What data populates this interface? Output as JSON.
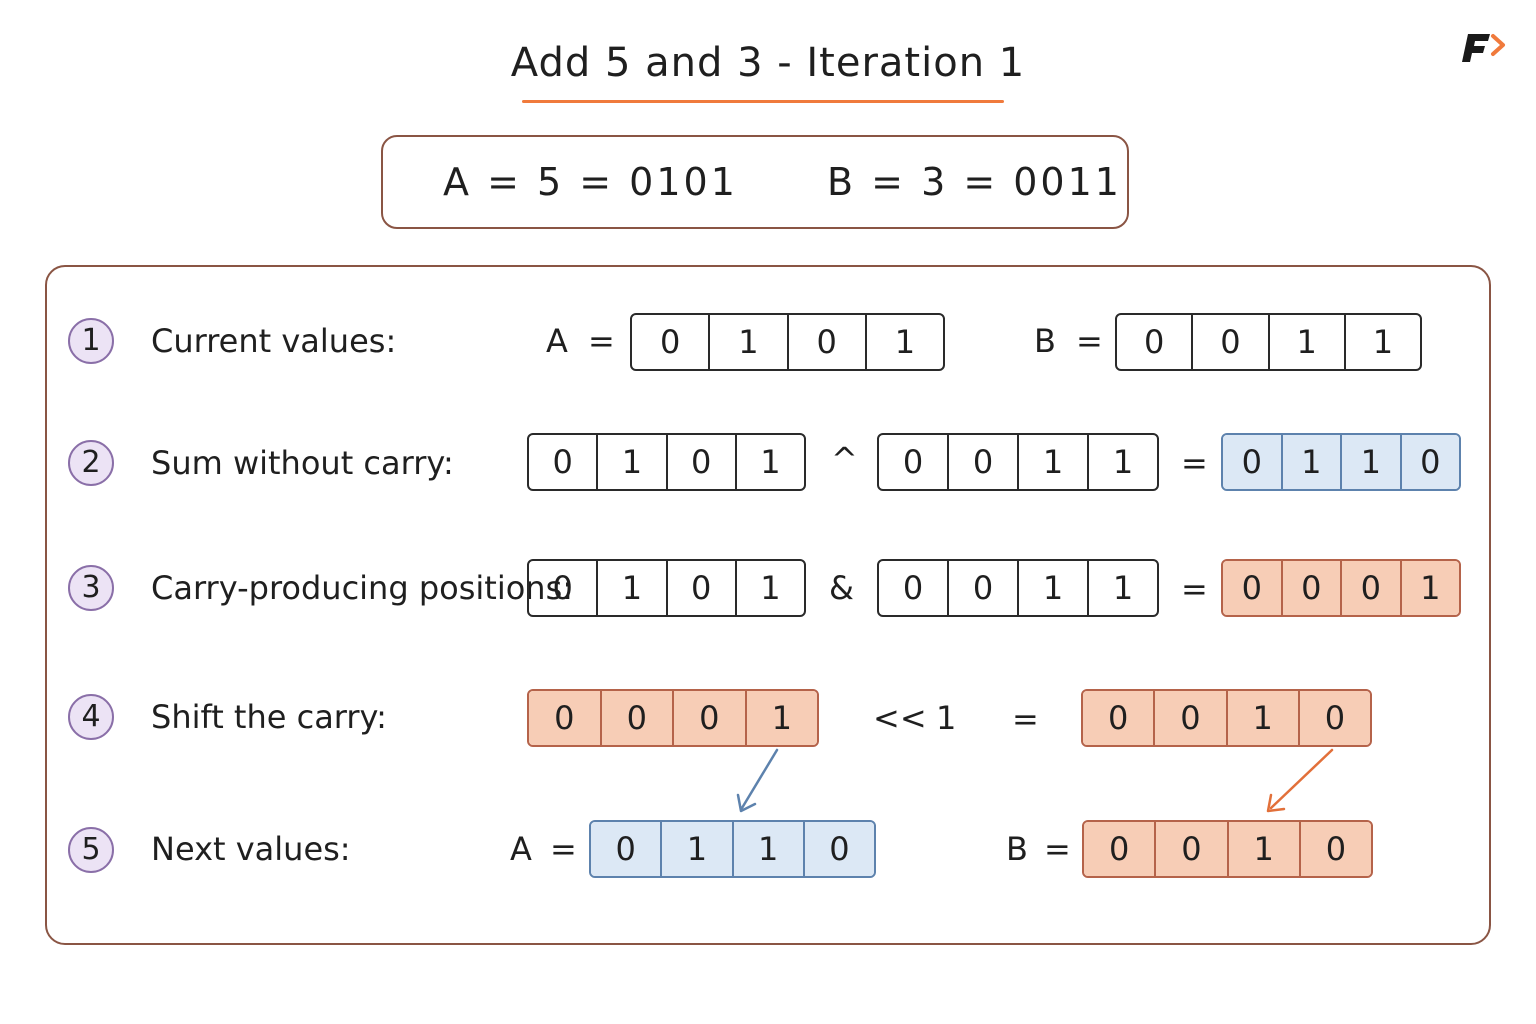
{
  "title": "Add 5 and 3 - Iteration 1",
  "colors": {
    "accent_underline": "#f07a3c",
    "border": "#8a5544",
    "step_circle_fill": "#ece3f5",
    "step_circle_stroke": "#8a6fa8",
    "blue_fill": "#dce8f5",
    "blue_stroke": "#5d82ad",
    "orange_fill": "#f7cdb6",
    "orange_stroke": "#b5634a",
    "logo_dark": "#1a1a1a",
    "logo_accent": "#f07a3c"
  },
  "summary": {
    "a_text": "A = 5 = 0101",
    "b_text": "B = 3 = 0011"
  },
  "steps": [
    {
      "number": "1",
      "label": "Current values:",
      "a_label": "A",
      "a_eq": "=",
      "a_bits": [
        "0",
        "1",
        "0",
        "1"
      ],
      "b_label": "B",
      "b_eq": "=",
      "b_bits": [
        "0",
        "0",
        "1",
        "1"
      ]
    },
    {
      "number": "2",
      "label": "Sum without carry:",
      "left_bits": [
        "0",
        "1",
        "0",
        "1"
      ],
      "operator": "^",
      "right_bits": [
        "0",
        "0",
        "1",
        "1"
      ],
      "eq": "=",
      "result_bits": [
        "0",
        "1",
        "1",
        "0"
      ]
    },
    {
      "number": "3",
      "label": "Carry-producing positions:",
      "left_bits": [
        "0",
        "1",
        "0",
        "1"
      ],
      "operator": "&",
      "right_bits": [
        "0",
        "0",
        "1",
        "1"
      ],
      "eq": "=",
      "result_bits": [
        "0",
        "0",
        "0",
        "1"
      ]
    },
    {
      "number": "4",
      "label": "Shift the carry:",
      "left_bits": [
        "0",
        "0",
        "0",
        "1"
      ],
      "operator": "<<",
      "shift_amount": "1",
      "eq": "=",
      "result_bits": [
        "0",
        "0",
        "1",
        "0"
      ]
    },
    {
      "number": "5",
      "label": "Next values:",
      "a_label": "A",
      "a_eq": "=",
      "a_bits": [
        "0",
        "1",
        "1",
        "0"
      ],
      "b_label": "B",
      "b_eq": "=",
      "b_bits": [
        "0",
        "0",
        "1",
        "0"
      ]
    }
  ]
}
